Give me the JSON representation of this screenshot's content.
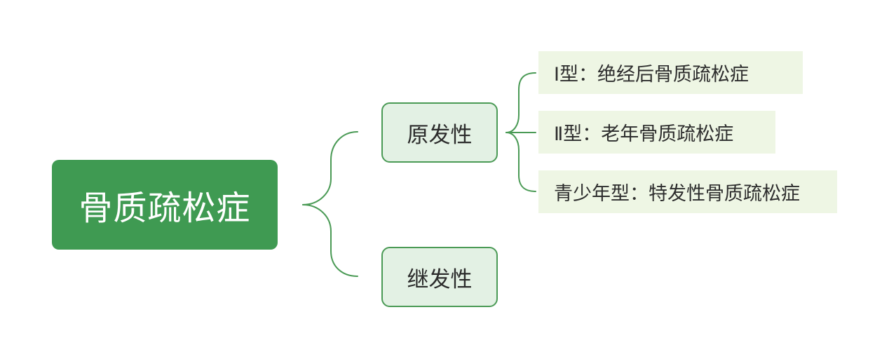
{
  "colors": {
    "root_fill": "#3f9a52",
    "branch_fill": "#e3f1e4",
    "branch_border": "#4a9a55",
    "leaf_fill": "#eef6e4",
    "connector": "#4a9a55"
  },
  "mindmap": {
    "root": "骨质疏松症",
    "branches": [
      {
        "label": "原发性",
        "children": [
          "Ⅰ型：绝经后骨质疏松症",
          "Ⅱ型：老年骨质疏松症",
          "青少年型：特发性骨质疏松症"
        ]
      },
      {
        "label": "继发性",
        "children": []
      }
    ]
  }
}
